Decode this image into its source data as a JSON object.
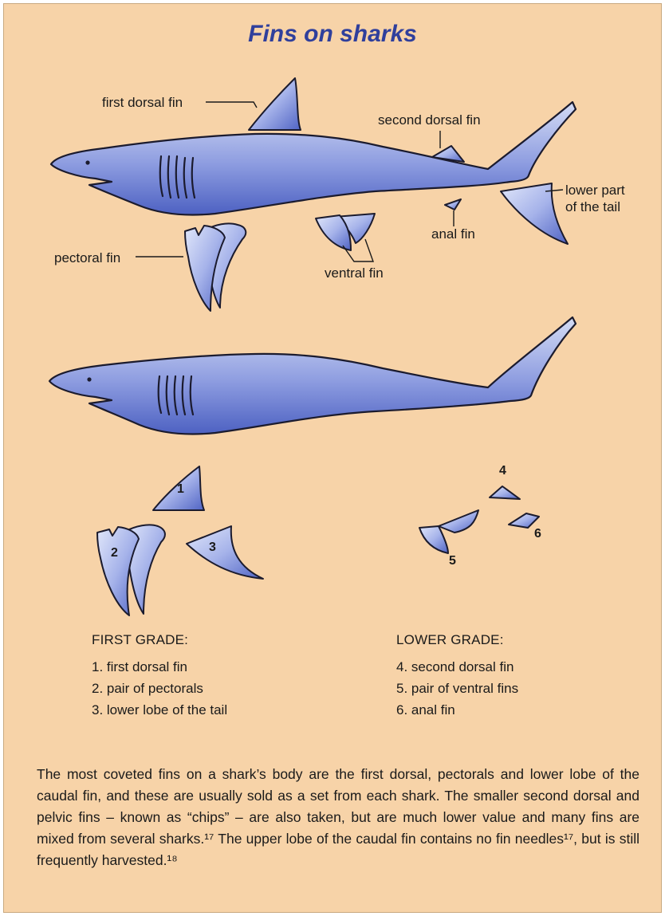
{
  "title": "Fins on sharks",
  "labels": {
    "first_dorsal": "first dorsal fin",
    "second_dorsal": "second dorsal fin",
    "lower_tail_line1": "lower part",
    "lower_tail_line2": "of the tail",
    "anal": "anal fin",
    "pectoral": "pectoral fin",
    "ventral": "ventral fin"
  },
  "numbers": [
    "1",
    "2",
    "3",
    "4",
    "5",
    "6"
  ],
  "first_grade": {
    "heading": "FIRST GRADE:",
    "items": [
      "1.  first dorsal fin",
      "2.  pair of pectorals",
      "3.  lower lobe of the tail"
    ]
  },
  "lower_grade": {
    "heading": "LOWER GRADE:",
    "items": [
      "4.  second dorsal fin",
      "5.  pair of ventral fins",
      "6.  anal fin"
    ]
  },
  "caption": "The most coveted fins on a shark’s body are the first dorsal, pectorals and lower lobe of the caudal fin, and these are usually sold as a set from each shark. The smaller second dorsal and pelvic fins – known as “chips” – are also taken, but are much lower value and many fins are mixed from several sharks.¹⁷ The upper lobe of the caudal fin contains no fin needles¹⁷, but is still frequently harvested.¹⁸",
  "colors": {
    "background": "#f7d3a8",
    "title": "#2f3f9c",
    "shark_light": "#c9d3f2",
    "shark_dark": "#4f63c4"
  }
}
